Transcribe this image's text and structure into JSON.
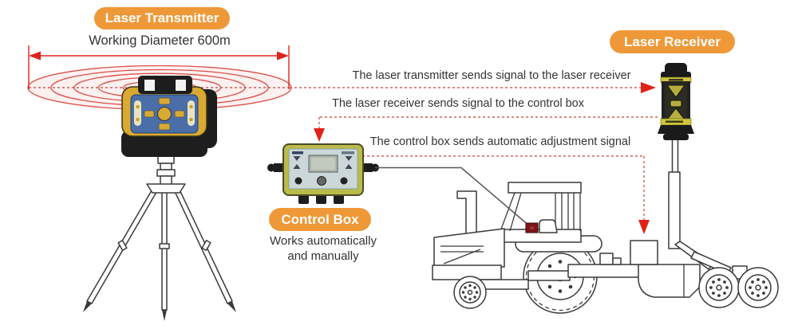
{
  "badges": {
    "laser_transmitter": "Laser Transmitter",
    "laser_receiver": "Laser Receiver",
    "control_box": "Control Box"
  },
  "labels": {
    "working_diameter": "Working Diameter 600m",
    "control_box_note_1": "Works automatically",
    "control_box_note_2": "and manually"
  },
  "signal_flow": [
    {
      "label": "The laser transmitter sends signal to the laser receiver"
    },
    {
      "label": "The laser receiver sends signal to the control box"
    },
    {
      "label": "The control box sends automatic adjustment signal"
    }
  ],
  "icons": {
    "ring_icon": "concentric-laser-rings",
    "arrow_icon": "red-dashed-signal-arrow",
    "dimension_icon": "double-headed-dimension-arrow"
  },
  "colors": {
    "badge_orange": "#EF9838",
    "badge_text": "#FFFFFF",
    "signal_red": "#E02318",
    "ring_red": "#D9504A",
    "dash_red": "#C84038",
    "text_dark": "#333333",
    "device_yellow": "#D9A931",
    "panel_blue": "#4A6EA8",
    "receiver_yellow": "#CFC53A",
    "receiver_olive": "#B5AD3E",
    "cb_trim": "#B9BC4A",
    "cb_face": "#CBD7D9",
    "line_gray": "#555555",
    "drawing_ink": "#3A3A3A",
    "cab_unit_red": "#7C1418"
  }
}
